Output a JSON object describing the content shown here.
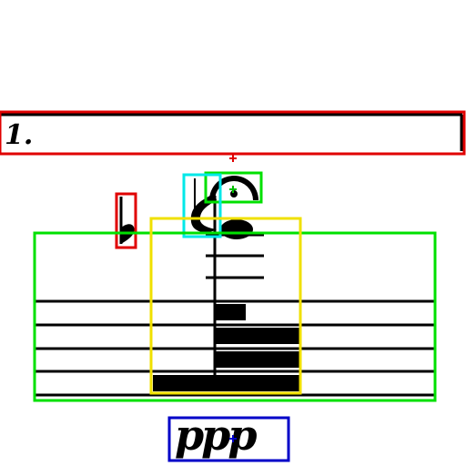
{
  "score": {
    "volta_number": "1.",
    "dynamic_marking": "ppp",
    "staff_line_count": 5
  },
  "annotation_colors": {
    "volta_box": "#e00000",
    "fermata_box": "#00e000",
    "flag_box": "#00e8e8",
    "flat_box": "#e00000",
    "staff_box": "#00e000",
    "notes_box": "#f0e000",
    "dynamic_box": "#0000c8"
  },
  "icons": {
    "fermata": "fermata-icon",
    "flag": "eighth-flag-icon",
    "flat": "flat-accidental-icon",
    "dynamic": "dynamic-ppp-icon"
  }
}
